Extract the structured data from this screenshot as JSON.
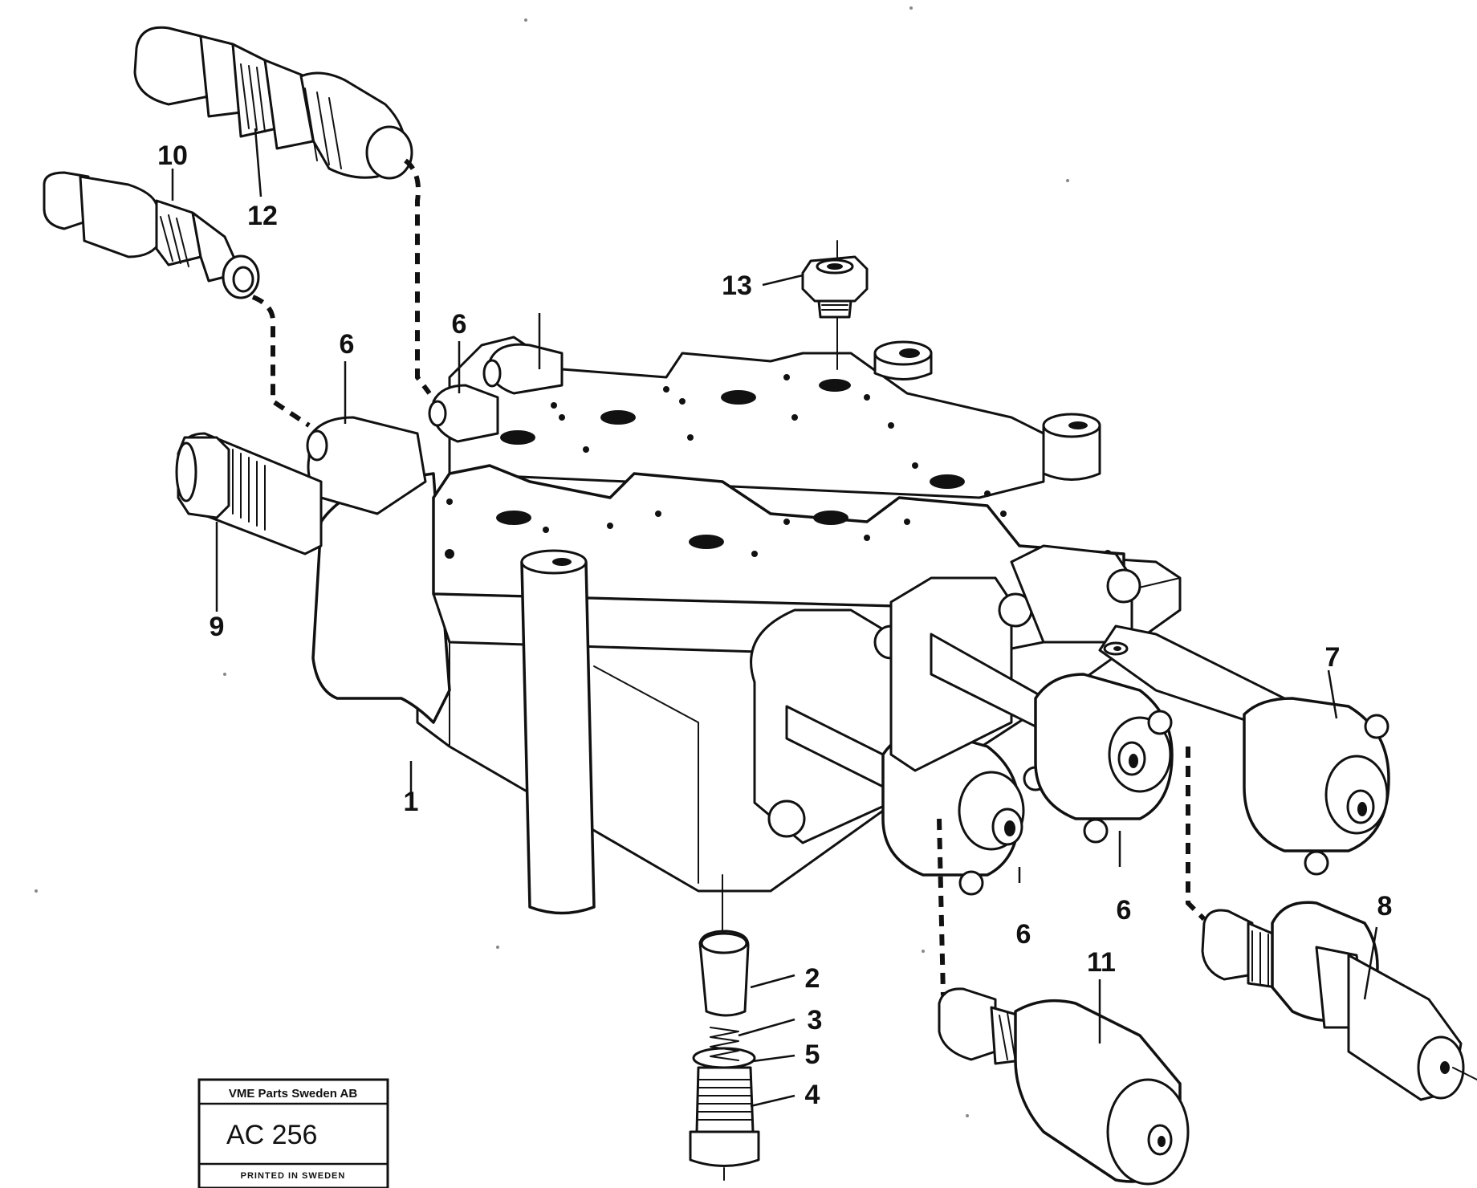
{
  "callouts": [
    {
      "id": "c1",
      "text": "1"
    },
    {
      "id": "c2",
      "text": "2"
    },
    {
      "id": "c3",
      "text": "3"
    },
    {
      "id": "c4",
      "text": "4"
    },
    {
      "id": "c5",
      "text": "5"
    },
    {
      "id": "c6a",
      "text": "6"
    },
    {
      "id": "c6b",
      "text": "6"
    },
    {
      "id": "c6c",
      "text": "6"
    },
    {
      "id": "c6d",
      "text": "6"
    },
    {
      "id": "c7",
      "text": "7"
    },
    {
      "id": "c8",
      "text": "8"
    },
    {
      "id": "c9",
      "text": "9"
    },
    {
      "id": "c10",
      "text": "10"
    },
    {
      "id": "c11",
      "text": "11"
    },
    {
      "id": "c12",
      "text": "12"
    },
    {
      "id": "c13",
      "text": "13"
    }
  ],
  "plate": {
    "company": "VME Parts Sweden AB",
    "code": "AC 256",
    "footer": "PRINTED IN SWEDEN"
  }
}
